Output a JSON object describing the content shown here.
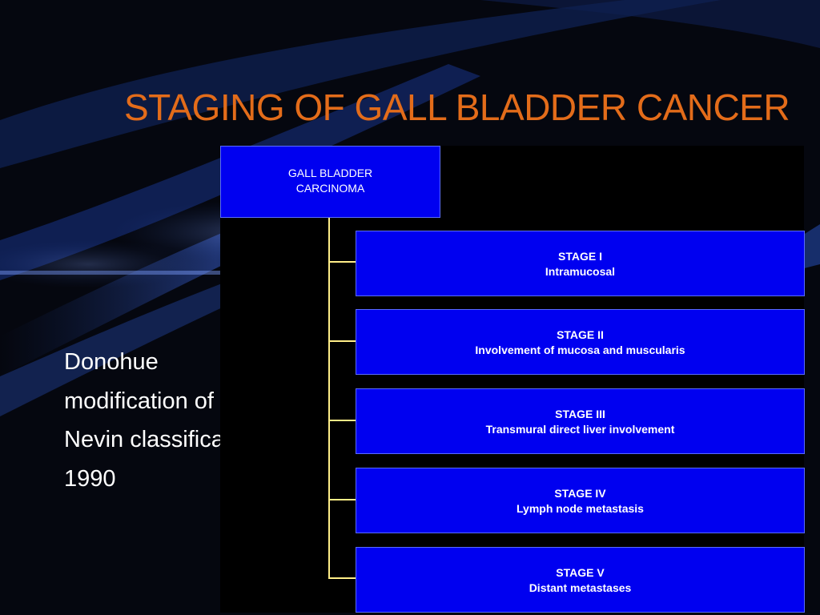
{
  "title": "STAGING OF GALL BLADDER CANCER",
  "caption": {
    "lines": [
      "Donohue",
      "modification of",
      "Nevin classification",
      "1990"
    ]
  },
  "root": {
    "line1": "GALL BLADDER",
    "line2": "CARCINOMA"
  },
  "stages": [
    {
      "label": "STAGE I",
      "description": "Intramucosal"
    },
    {
      "label": "STAGE II",
      "description": "Involvement of mucosa and muscularis"
    },
    {
      "label": "STAGE III",
      "description": "Transmural direct liver involvement"
    },
    {
      "label": "STAGE IV",
      "description": "Lymph node metastasis"
    },
    {
      "label": "STAGE V",
      "description": "Distant metastases"
    }
  ],
  "colors": {
    "title": "#e36c1a",
    "box_fill": "#0000f0",
    "connector": "#ffee88",
    "panel": "#000000"
  }
}
